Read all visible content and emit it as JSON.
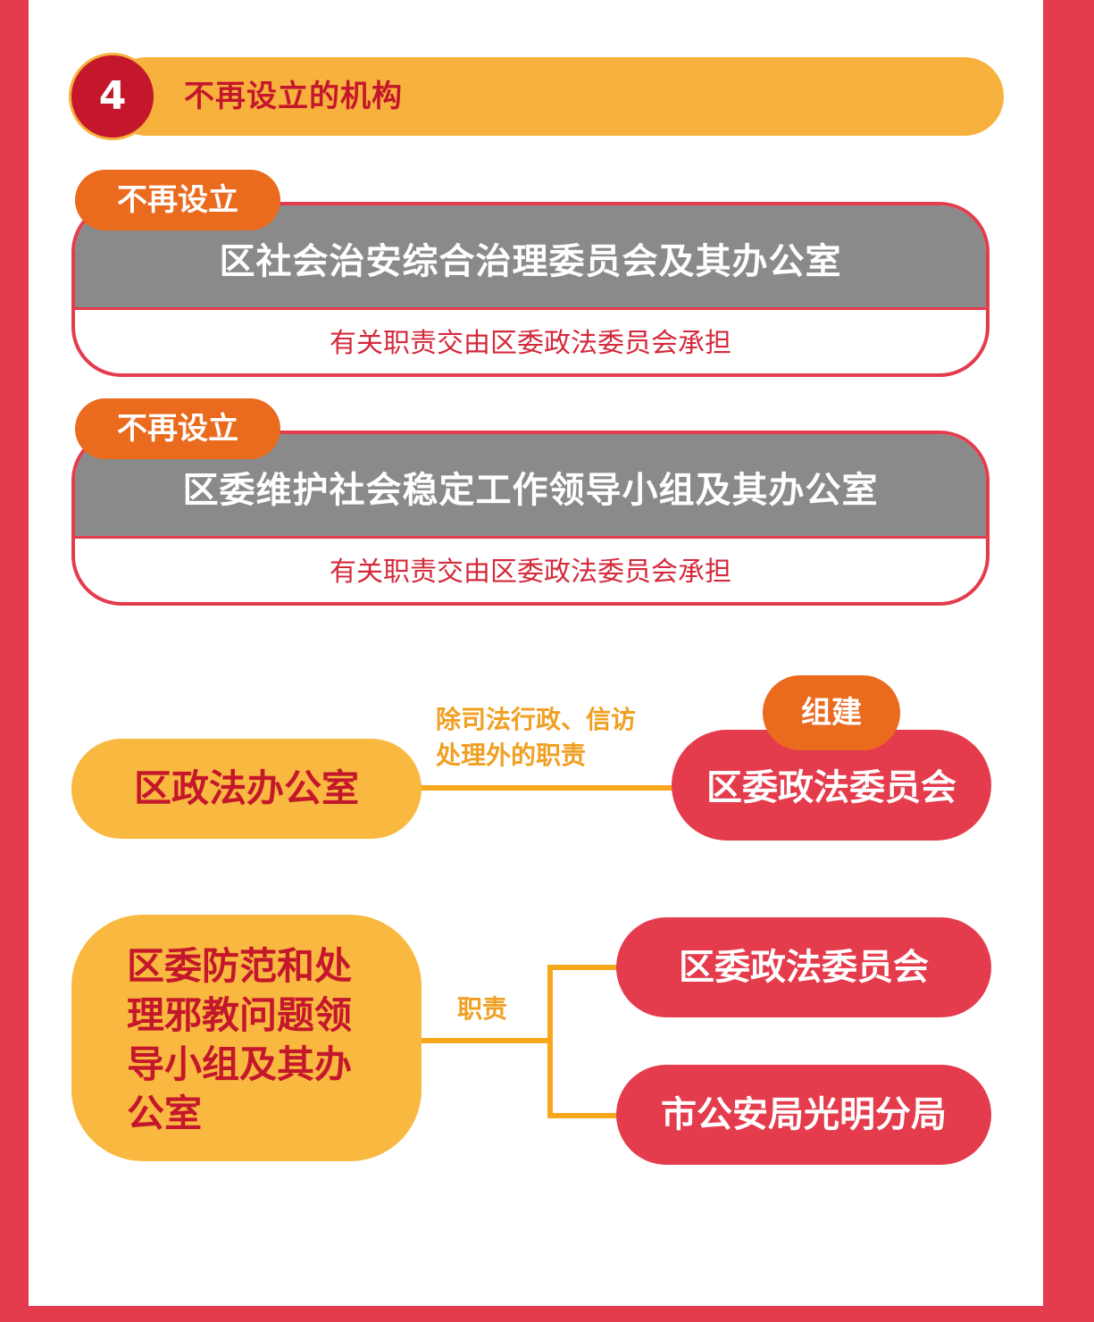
{
  "section": {
    "number": "4",
    "title": "不再设立的机构"
  },
  "cards": [
    {
      "tag": "不再设立",
      "name": "区社会治安综合治理委员会及其办公室",
      "note": "有关职责交由区委政法委员会承担"
    },
    {
      "tag": "不再设立",
      "name": "区委维护社会稳定工作领导小组及其办公室",
      "note": "有关职责交由区委政法委员会承担"
    }
  ],
  "flow1": {
    "source": "区政法办公室",
    "label_line1": "除司法行政、信访",
    "label_line2": "处理外的职责",
    "tag": "组建",
    "target": "区委政法委员会"
  },
  "flow2": {
    "source_lines": [
      "区委防范和处",
      "理邪教问题领",
      "导小组及其办",
      "公室"
    ],
    "label": "职责",
    "targets": [
      "区委政法委员会",
      "市公安局光明分局"
    ]
  },
  "colors": {
    "frame_red": "#e43c4d",
    "dark_red": "#c4172c",
    "header_yellow": "#f7b13d",
    "tag_orange": "#ea6a1e",
    "card_gray": "#8a8a8a",
    "line_orange": "#f7a71c"
  }
}
